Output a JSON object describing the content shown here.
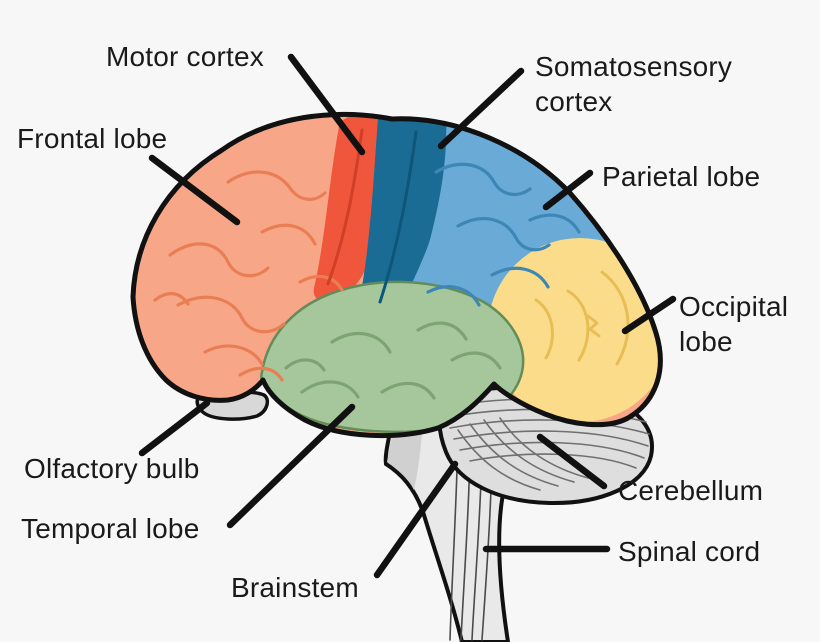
{
  "diagram": {
    "background_color": "#f7f7f7",
    "labels": {
      "motor_cortex": {
        "text": "Motor cortex"
      },
      "frontal_lobe": {
        "text": "Frontal lobe"
      },
      "somatosensory_cortex": {
        "text": "Somatosensory cortex"
      },
      "parietal_lobe": {
        "text": "Parietal lobe"
      },
      "occipital_lobe": {
        "text": "Occipital lobe"
      },
      "olfactory_bulb": {
        "text": "Olfactory bulb"
      },
      "temporal_lobe": {
        "text": "Temporal lobe"
      },
      "brainstem": {
        "text": "Brainstem"
      },
      "cerebellum": {
        "text": "Cerebellum"
      },
      "spinal_cord": {
        "text": "Spinal cord"
      }
    },
    "colors": {
      "frontal_lobe": "#f7a787",
      "motor_cortex": "#f0563c",
      "somatosensory_cortex": "#1a6c94",
      "parietal_lobe": "#69abd6",
      "occipital_lobe": "#fadc8a",
      "temporal_lobe": "#a5c79b",
      "cerebellum": "#dedede",
      "brainstem": "#e9e9e9",
      "olfactory_bulb": "#d8d8d8",
      "outline": "#111111",
      "pointer_line": "#111111",
      "label_text": "#1a1a1a"
    }
  }
}
